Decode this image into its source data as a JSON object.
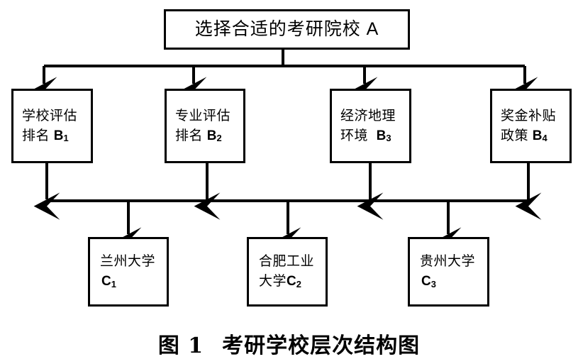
{
  "figure": {
    "caption_label": "图 1",
    "caption_title": "考研学校层次结构图"
  },
  "diagram": {
    "type": "hierarchy-tree",
    "orientation": "top-down",
    "line_color": "#000000",
    "box_fill": "#ffffff",
    "levels": [
      "goal",
      "criteria",
      "alternatives"
    ],
    "goal": {
      "id": "A",
      "text": "选择合适的考研院校 A"
    },
    "criteria": [
      {
        "id": "B1",
        "line1": "学校评估",
        "line2": "排名",
        "code": "B",
        "sub": "1"
      },
      {
        "id": "B2",
        "line1": "专业评估",
        "line2": "排名",
        "code": "B",
        "sub": "2"
      },
      {
        "id": "B3",
        "line1": "经济地理",
        "line2": "环境",
        "code": "B",
        "sub": "3"
      },
      {
        "id": "B4",
        "line1": "奖金补贴",
        "line2": "政策",
        "code": "B",
        "sub": "4"
      }
    ],
    "alternatives": [
      {
        "id": "C1",
        "line1": "兰州大学",
        "line2": "",
        "code": "C",
        "sub": "1"
      },
      {
        "id": "C2",
        "line1": "合肥工业",
        "line2": "大学",
        "code": "C",
        "sub": "2"
      },
      {
        "id": "C3",
        "line1": "贵州大学",
        "line2": "",
        "code": "C",
        "sub": "3"
      }
    ]
  }
}
